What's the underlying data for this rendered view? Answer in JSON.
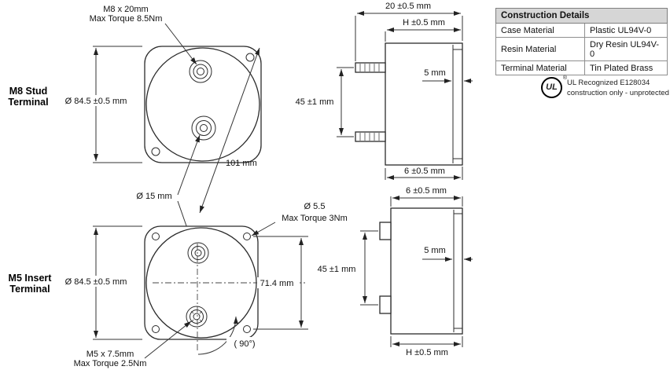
{
  "labels": {
    "m8_stud": {
      "line1": "M8 Stud",
      "line2": "Terminal"
    },
    "m5_insert": {
      "line1": "M5 Insert",
      "line2": "Terminal"
    }
  },
  "m8_view": {
    "stud_callout_line1": "M8 x 20mm",
    "stud_callout_line2": "Max Torque 8.5Nm",
    "diameter": "Ø 84.5 ±0.5 mm",
    "diagonal": "101 mm",
    "terminal_diameter": "Ø 15 mm"
  },
  "m5_view": {
    "diameter": "Ø 84.5 ±0.5 mm",
    "hole_pitch": "71.4 mm",
    "angle": "( 90°)",
    "insert_callout_line1": "M5 x 7.5mm",
    "insert_callout_line2": "Max Torque 2.5Nm",
    "hole_callout_line1": "Ø 5.5",
    "hole_callout_line2": "Max Torque 3Nm"
  },
  "side_top": {
    "depth": "20 ±0.5 mm",
    "height": "H ±0.5 mm",
    "pitch": "45 ±1 mm",
    "flange_thickness": "5 mm",
    "flange_offset": "6 ±0.5 mm"
  },
  "side_bottom": {
    "flange_offset": "6 ±0.5 mm",
    "pitch": "45 ±1 mm",
    "flange_thickness": "5 mm",
    "height": "H ±0.5 mm"
  },
  "construction_table": {
    "title": "Construction Details",
    "rows": [
      {
        "label": "Case Material",
        "value": "Plastic UL94V-0"
      },
      {
        "label": "Resin Material",
        "value": "Dry Resin UL94V-0"
      },
      {
        "label": "Terminal Material",
        "value": "Tin Plated Brass"
      }
    ]
  },
  "ul_mark": {
    "logo": "UL",
    "registered": "®",
    "line1": "UL Recognized E128034",
    "line2": "construction only -  unprotected"
  }
}
